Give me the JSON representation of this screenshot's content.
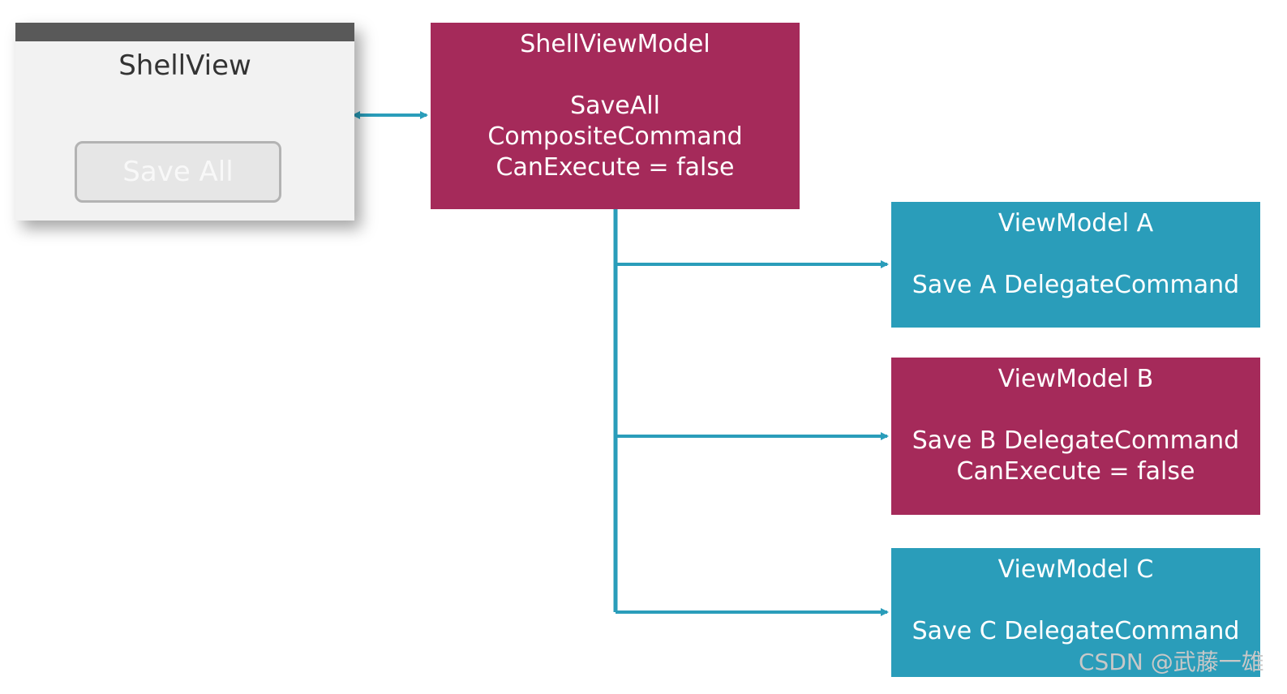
{
  "colors": {
    "magenta": "#a52a5a",
    "teal": "#2a9dba",
    "connector": "#2a9dba",
    "window_bg": "#f2f2f2",
    "titlebar": "#595959"
  },
  "shell_view": {
    "title": "ShellView",
    "button_label": "Save All"
  },
  "shell_view_model": {
    "title": "ShellViewModel",
    "lines": [
      "SaveAll",
      "CompositeCommand",
      "CanExecute = false"
    ],
    "color": "magenta"
  },
  "view_models": [
    {
      "title": "ViewModel A",
      "lines": [
        "Save A DelegateCommand"
      ],
      "color": "teal"
    },
    {
      "title": "ViewModel B",
      "lines": [
        "Save B DelegateCommand",
        "CanExecute = false"
      ],
      "color": "magenta"
    },
    {
      "title": "ViewModel C",
      "lines": [
        "Save C DelegateCommand"
      ],
      "color": "teal"
    }
  ],
  "watermark": "CSDN @武藤一雄"
}
